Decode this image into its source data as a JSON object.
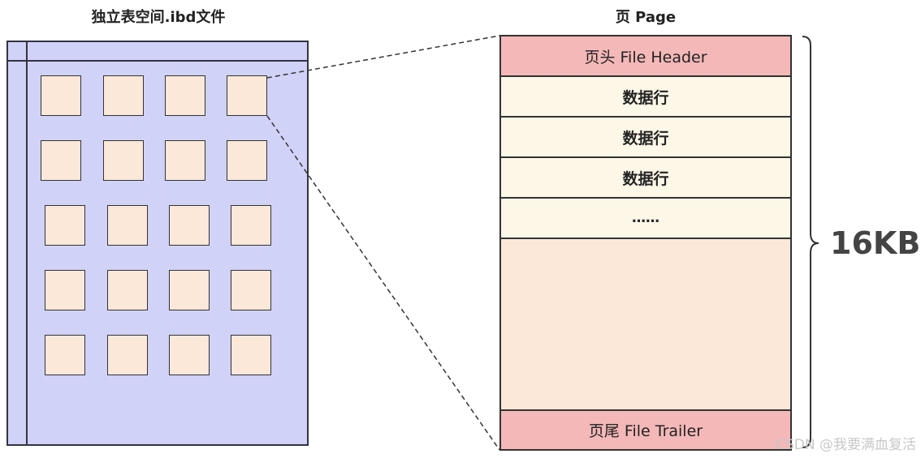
{
  "left": {
    "title": "独立表空间.ibd文件"
  },
  "right": {
    "title": "页 Page",
    "header_label": "页头 File Header",
    "rows": [
      "数据行",
      "数据行",
      "数据行",
      "……"
    ],
    "trailer_label": "页尾 File Trailer"
  },
  "size_label": "16KB",
  "watermark": "CSDN @我要满血复活",
  "colors": {
    "file_bg": "#d0d2f7",
    "block_fill": "#fbe8d9",
    "header_fill": "#f4b8b8",
    "row_fill": "#fdf7e8",
    "page_fill": "#fbe8d9"
  }
}
